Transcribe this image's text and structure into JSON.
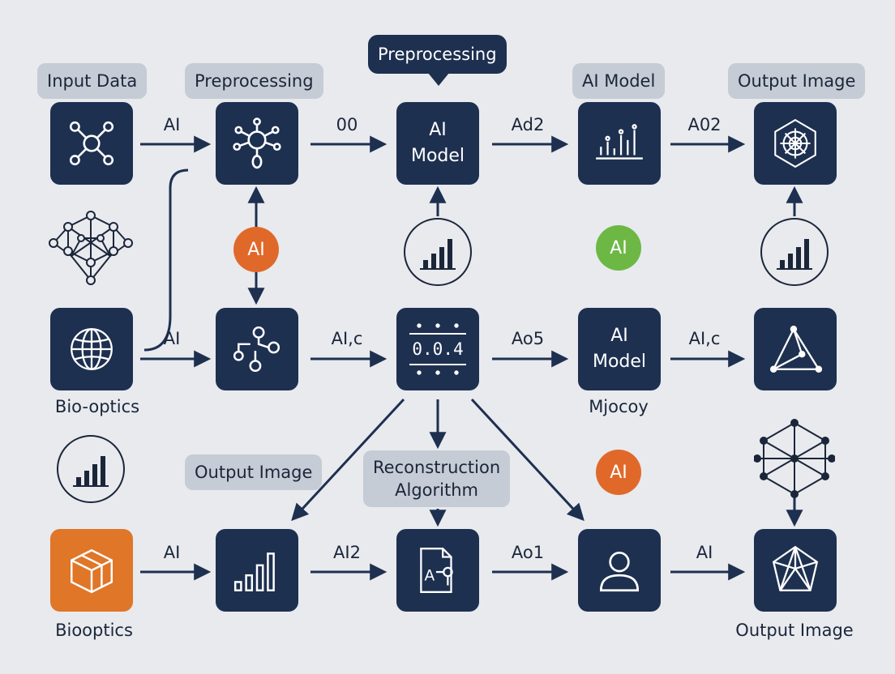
{
  "nodes": {
    "input_data_icon": {
      "icon": "network-icon"
    },
    "preprocessing_icon": {
      "icon": "hub-network-icon"
    },
    "ai_model_top": {
      "line1": "AI",
      "line2": "Model"
    },
    "ai_model_chart": {
      "icon": "bar-chart-icon"
    },
    "output_image_top": {
      "icon": "spider-web-hexagon-icon"
    },
    "bio_optics_globe": {
      "icon": "globe-icon"
    },
    "middle_flow": {
      "icon": "node-flow-icon"
    },
    "counter": {
      "value": "0.0.4"
    },
    "ai_model_mid": {
      "line1": "AI",
      "line2": "Model"
    },
    "triangle": {
      "icon": "triangle-graph-icon"
    },
    "bio_optics_cube": {
      "icon": "cube-icon"
    },
    "output_bars": {
      "icon": "bar-chart-icon"
    },
    "reconstruction": {
      "icon": "document-algorithm-icon"
    },
    "user": {
      "icon": "user-icon"
    },
    "output_image_bottom": {
      "icon": "polyhedron-icon"
    }
  },
  "pills": {
    "input_data": "Input Data",
    "preprocessing": "Preprocessing",
    "ai_model": "AI Model",
    "output_image_top": "Output Image",
    "output_image_mid": "Output Image",
    "reconstruction_line1": "Reconstruction",
    "reconstruction_line2": "Algorithm"
  },
  "bubble": {
    "label": "Preprocessing"
  },
  "edges": {
    "r1_1": "AI",
    "r1_2": "00",
    "r1_3": "Ad2",
    "r1_4": "A02",
    "r2_1": "AI",
    "r2_2": "AI,c",
    "r2_3": "Ao5",
    "r2_4": "AI,c",
    "r3_1": "AI",
    "r3_2": "AI2",
    "r3_3": "Ao1",
    "r3_4": "AI"
  },
  "captions": {
    "bio_optics_mid": "Bio-optics",
    "mjocoy": "Mjocoy",
    "bio_optics_bottom": "Biooptics",
    "output_image_bottom": "Output Image"
  },
  "badges": {
    "ai_orange_left": "AI",
    "ai_green": "AI",
    "ai_orange_bottom": "AI"
  },
  "colors": {
    "node_fill": "#1e3050",
    "accent_orange": "#e07628",
    "accent_green": "#6db845",
    "pill_fill": "#c6ccd5",
    "background": "#e8eaee"
  }
}
